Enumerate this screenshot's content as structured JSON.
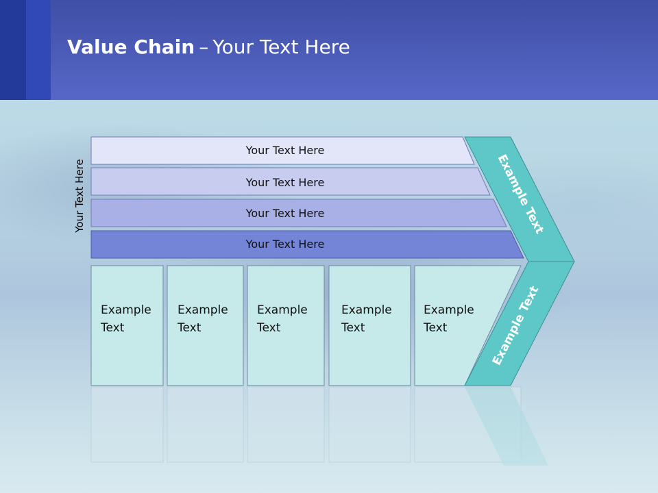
{
  "slide": {
    "title_bold": "Value Chain",
    "title_sep": "–",
    "title_rest": "Your Text Here"
  },
  "side_label": "Your Text Here",
  "bars": [
    {
      "label": "Your Text Here",
      "color": "#e3e6f8"
    },
    {
      "label": "Your Text Here",
      "color": "#c8cdf0"
    },
    {
      "label": "Your Text Here",
      "color": "#a8b0e6"
    },
    {
      "label": "Your Text Here",
      "color": "#7484d6"
    }
  ],
  "boxes": [
    {
      "line1": "Example",
      "line2": "Text"
    },
    {
      "line1": "Example",
      "line2": "Text"
    },
    {
      "line1": "Example",
      "line2": "Text"
    },
    {
      "line1": "Example",
      "line2": "Text"
    },
    {
      "line1": "Example",
      "line2": "Text"
    }
  ],
  "chevron": {
    "upper_label": "Example Text",
    "lower_label": "Example Text",
    "color": "#5ec8c8"
  },
  "colors": {
    "header": "#4e5fbf",
    "box_fill": "#c6eaea",
    "box_border": "#6b8aa0"
  }
}
